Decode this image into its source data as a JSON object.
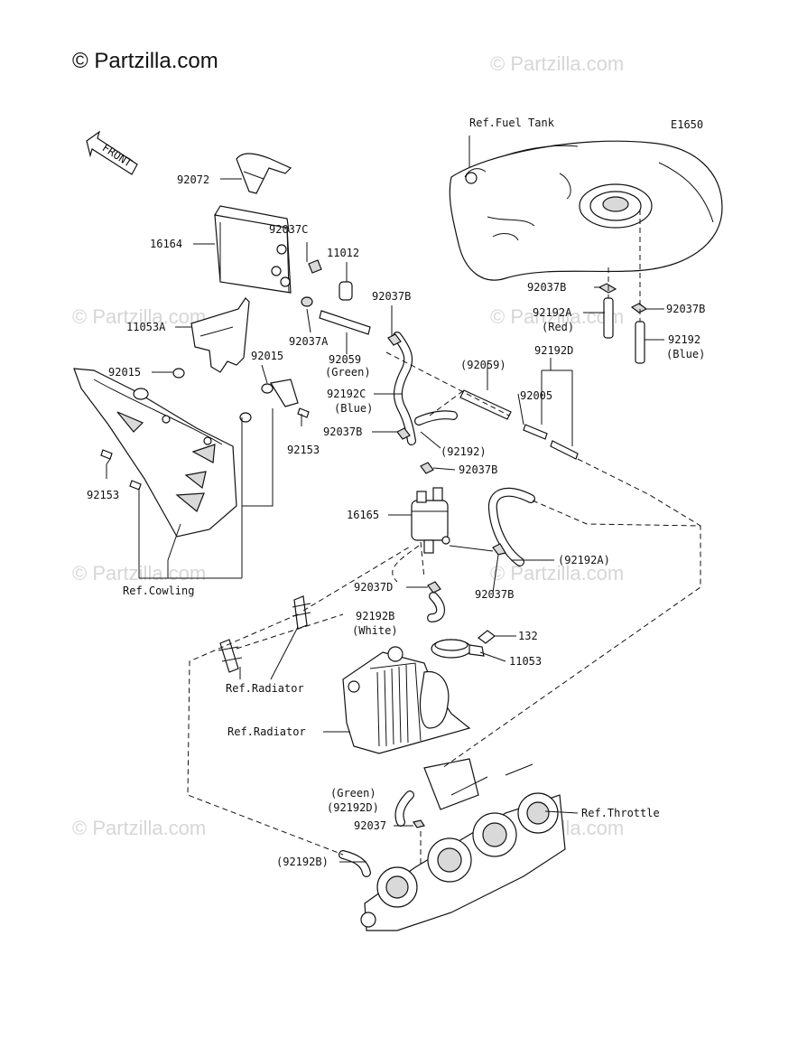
{
  "copyright": "© Partzilla.com",
  "watermark": "© Partzilla.com",
  "diagram_code": "E1650",
  "front_arrow": "FRONT",
  "callouts": {
    "ref_fuel_tank": "Ref.Fuel Tank",
    "p92072": "92072",
    "p16164": "16164",
    "p92037C": "92037C",
    "p11012": "11012",
    "p92037B_a": "92037B",
    "p92037B_b": "92037B",
    "p92037B_c": "92037B",
    "p92192A": "92192A",
    "p92192A_red": "(Red)",
    "p92192": "92192",
    "p92192_blue": "(Blue)",
    "p11053A": "11053A",
    "p92037A": "92037A",
    "p92059": "92059",
    "p92059_green": "(Green)",
    "p92192D": "92192D",
    "p92059_ref": "(92059)",
    "p92015_a": "92015",
    "p92015_b": "92015",
    "p92192C": "92192C",
    "p92192C_blue": "(Blue)",
    "p92005": "92005",
    "p92037B_d": "92037B",
    "p92153_a": "92153",
    "p92192_ref": "(92192)",
    "p92037B_e": "92037B",
    "p92153_b": "92153",
    "p16165": "16165",
    "p92192A_ref": "(92192A)",
    "ref_cowling": "Ref.Cowling",
    "p92037D": "92037D",
    "p92037B_f": "92037B",
    "p92192B": "92192B",
    "p92192B_white": "(White)",
    "p132": "132",
    "p11053": "11053",
    "ref_radiator_a": "Ref.Radiator",
    "ref_radiator_b": "Ref.Radiator",
    "p92192D_green": "(Green)",
    "p92192D_ref": "(92192D)",
    "ref_throttle": "Ref.Throttle",
    "p92037": "92037",
    "p92192B_ref": "(92192B)"
  }
}
